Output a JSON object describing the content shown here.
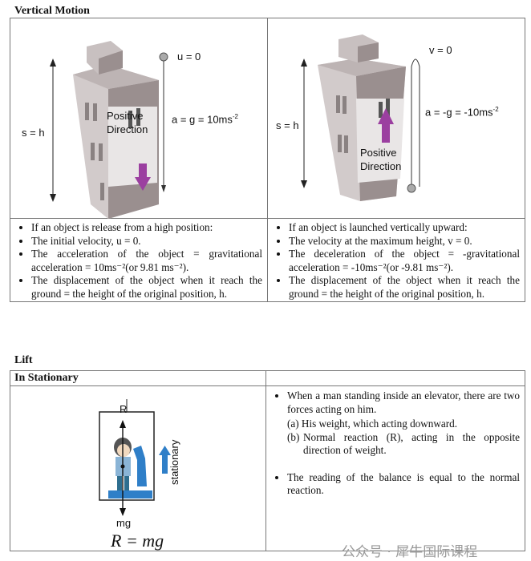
{
  "vertical_motion": {
    "heading": "Vertical Motion",
    "left_diagram": {
      "initial": "u = 0",
      "displacement": "s = h",
      "acceleration": "a = g = 10ms",
      "accel_exp": "-2",
      "direction_line1": "Positive",
      "direction_line2": "Direction"
    },
    "right_diagram": {
      "final": "v = 0",
      "displacement": "s = h",
      "acceleration": "a = -g = -10ms",
      "accel_exp": "-2",
      "direction_line1": "Positive",
      "direction_line2": "Direction"
    },
    "left_points": [
      "If an object is release from a high position:",
      "The initial velocity, u = 0.",
      "The acceleration of the object = gravitational acceleration = 10ms⁻²(or 9.81 ms⁻²).",
      "The displacement of the object when it reach the ground = the height of the original position, h."
    ],
    "right_points": [
      "If an object is launched vertically upward:",
      "The velocity at the maximum height, v = 0.",
      "The deceleration of the object = -gravitational acceleration = -10ms⁻²(or -9.81 ms⁻²).",
      "The displacement of the object when it reach the ground = the height of the original position, h."
    ]
  },
  "lift": {
    "heading": "Lift",
    "subheading": "In Stationary",
    "diagram": {
      "reaction": "R",
      "weight": "mg",
      "state": "stationary",
      "equation": "R = mg"
    },
    "point1": "When a man standing inside an elevator, there are two forces acting on him.",
    "sub_a": "(a) His weight,   which acting downward.",
    "sub_b_label": "(b)",
    "sub_b": "Normal reaction (R), acting in the opposite direction of weight.",
    "point2": "The reading of the balance is equal to the normal reaction."
  },
  "watermark": "公众号 · 犀牛国际课程"
}
